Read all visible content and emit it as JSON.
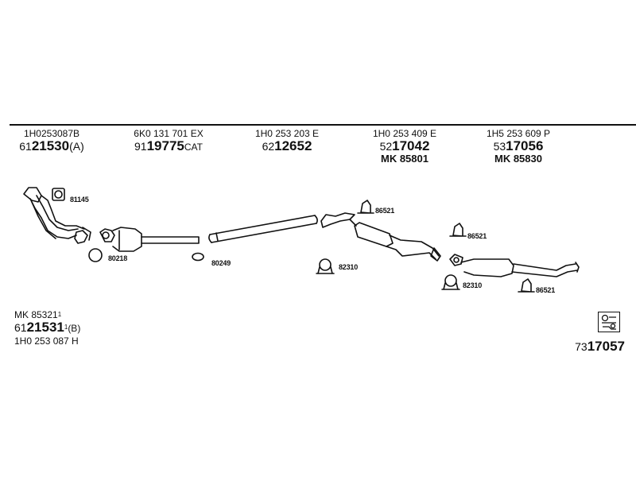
{
  "parts": [
    {
      "oe": "1H0253087B",
      "prefix": "61",
      "bold": "21530",
      "suffix": "(A)",
      "mk": ""
    },
    {
      "oe": "6K0 131 701 EX",
      "prefix": "91",
      "bold": "19775",
      "suffix": "CAT",
      "mk": ""
    },
    {
      "oe": "1H0 253 203 E",
      "prefix": "62",
      "bold": "12652",
      "suffix": "",
      "mk": ""
    },
    {
      "oe": "1H0 253 409 E",
      "prefix": "52",
      "bold": "17042",
      "suffix": "",
      "mk": "MK 85801"
    },
    {
      "oe": "1H5 253 609 P",
      "prefix": "53",
      "bold": "17056",
      "suffix": "",
      "mk": "MK 85830"
    }
  ],
  "fittings": {
    "gasket_81145": "81145",
    "ring_80218": "80218",
    "ring_80249": "80249",
    "hanger_86521_a": "86521",
    "clamp_82310_a": "82310",
    "hanger_86521_b": "86521",
    "clamp_82310_b": "82310",
    "hanger_86521_c": "86521"
  },
  "alt_block": {
    "mk": "MK 85321",
    "mk_sup": "1",
    "prefix": "61",
    "bold": "21531",
    "sup": "1",
    "suffix": "(B)",
    "oe": "1H0 253 087 H"
  },
  "kit": {
    "prefix": "73",
    "bold": "17057"
  }
}
